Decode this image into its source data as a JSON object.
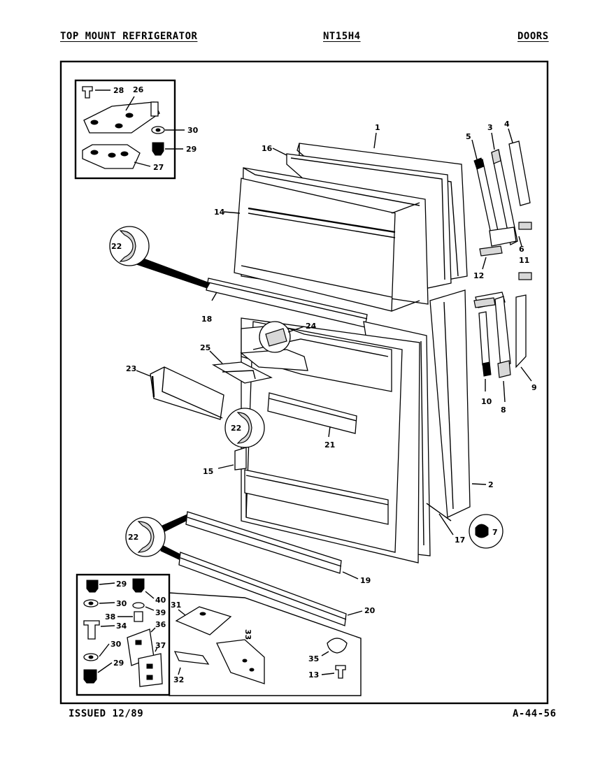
{
  "header": {
    "left": "TOP MOUNT REFRIGERATOR",
    "center": "NT15H4",
    "right": "DOORS"
  },
  "footer": {
    "left": "ISSUED 12/89",
    "right": "A-44-56"
  },
  "callouts": {
    "c1": "1",
    "c2": "2",
    "c3": "3",
    "c4": "4",
    "c5": "5",
    "c6": "6",
    "c7": "7",
    "c8": "8",
    "c9": "9",
    "c10": "10",
    "c11": "11",
    "c12": "12",
    "c13": "13",
    "c14": "14",
    "c15": "15",
    "c16": "16",
    "c17": "17",
    "c18": "18",
    "c19": "19",
    "c20": "20",
    "c21": "21",
    "c22a": "22",
    "c22b": "22",
    "c22c": "22",
    "c23": "23",
    "c24": "24",
    "c25": "25",
    "c26": "26",
    "c27": "27",
    "c28": "28",
    "c29a": "29",
    "c29b": "29",
    "c29c": "29",
    "c30a": "30",
    "c30b": "30",
    "c30c": "30",
    "c31": "31",
    "c32": "32",
    "c33": "33",
    "c34": "34",
    "c35": "35",
    "c36": "36",
    "c37": "37",
    "c38": "38",
    "c39": "39",
    "c40": "40"
  }
}
